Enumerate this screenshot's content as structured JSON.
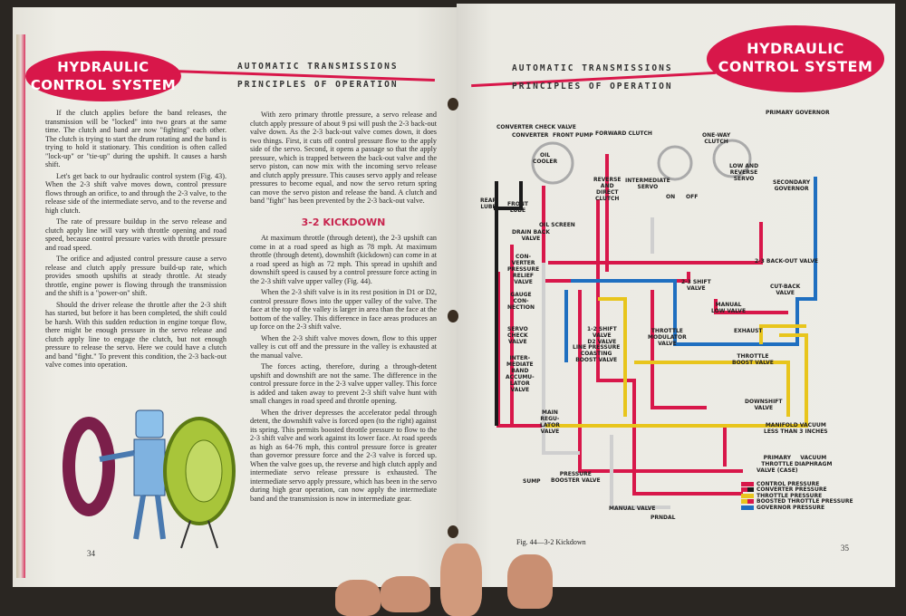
{
  "left_page": {
    "badge": "HYDRAULIC CONTROL SYSTEM",
    "header_line1": "AUTOMATIC TRANSMISSIONS",
    "header_line2": "PRINCIPLES OF OPERATION",
    "column1": [
      "If the clutch applies before the band releases, the transmission will be \"locked\" into two gears at the same time. The clutch and band are now \"fighting\" each other. The clutch is trying to start the drum rotating and the band is trying to hold it stationary. This condition is often called \"lock-up\" or \"tie-up\" during the upshift. It causes a harsh shift.",
      "Let's get back to our hydraulic control system (Fig. 43). When the 2-3 shift valve moves down, control pressure flows through an orifice, to and through the 2-3 valve, to the release side of the intermediate servo, and to the reverse and high clutch.",
      "The rate of pressure buildup in the servo release and clutch apply line will vary with throttle opening and road speed, because control pressure varies with throttle pressure and road speed.",
      "The orifice and adjusted control pressure cause a servo release and clutch apply pressure build-up rate, which provides smooth upshifts at steady throttle. At steady throttle, engine power is flowing through the transmission and the shift is a \"power-on\" shift.",
      "Should the driver release the throttle after the 2-3 shift has started, but before it has been completed, the shift could be harsh. With this sudden reduction in engine torque flow, there might be enough pressure in the servo release and clutch apply line to engage the clutch, but not enough pressure to release the servo. Here we could have a clutch and band \"fight.\" To prevent this condition, the 2-3 back-out valve comes into operation."
    ],
    "column2_top": [
      "With zero primary throttle pressure, a servo release and clutch apply pressure of about 9 psi will push the 2-3 back-out valve down. As the 2-3 back-out valve comes down, it does two things. First, it cuts off control pressure flow to the apply side of the servo. Second, it opens a passage so that the apply pressure, which is trapped between the back-out valve and the servo piston, can now mix with the incoming servo release and clutch apply pressure. This causes servo apply and release pressures to become equal, and now the servo return spring can move the servo piston and release the band. A clutch and band \"fight\" has been prevented by the 2-3 back-out valve."
    ],
    "section_heading": "3-2 KICKDOWN",
    "column2_bottom": [
      "At maximum throttle (through detent), the 2-3 upshift can come in at a road speed as high as 78 mph. At maximum throttle (through detent), downshift (kickdown) can come in at a road speed as high as 72 mph. This spread in upshift and downshift speed is caused by a control pressure force acting in the 2-3 shift valve upper valley (Fig. 44).",
      "When the 2-3 shift valve is in its rest position in D1 or D2, control pressure flows into the upper valley of the valve. The face at the top of the valley is larger in area than the face at the bottom of the valley. This difference in face areas produces an up force on the 2-3 shift valve.",
      "When the 2-3 shift valve moves down, flow to this upper valley is cut off and the pressure in the valley is exhausted at the manual valve.",
      "The forces acting, therefore, during a through-detent upshift and downshift are not the same. The difference in the control pressure force in the 2-3 valve upper valley. This force is added and taken away to prevent 2-3 shift valve hunt with small changes in road speed and throttle opening.",
      "When the driver depresses the accelerator pedal through detent, the downshift valve is forced open (to the right) against its spring. This permits boosted throttle pressure to flow to the 2-3 shift valve and work against its lower face. At road speeds as high as 64-76 mph, this control pressure force is greater than governor pressure force and the 2-3 valve is forced up. When the valve goes up, the reverse and high clutch apply and intermediate servo release pressure is exhausted. The intermediate servo apply pressure, which has been in the servo during high gear operation, can now apply the intermediate band and the transmission is now in intermediate gear."
    ],
    "page_number": "34"
  },
  "right_page": {
    "badge": "HYDRAULIC CONTROL SYSTEM",
    "header_line1": "AUTOMATIC TRANSMISSIONS",
    "header_line2": "PRINCIPLES OF OPERATION",
    "diagram_labels": [
      "CONVERTER CHECK VALVE",
      "CONVERTER",
      "FRONT PUMP",
      "OIL\nCOOLER",
      "FORWARD CLUTCH",
      "REVERSE\nAND\nDIRECT\nCLUTCH",
      "INTERMEDIATE\nSERVO",
      "ON",
      "OFF",
      "ONE-WAY\nCLUTCH",
      "LOW AND\nREVERSE\nSERVO",
      "PRIMARY GOVERNOR",
      "SECONDARY\nGOVERNOR",
      "REAR\nLUBE",
      "FRONT\nLUBE",
      "OIL SCREEN",
      "DRAIN BACK\nVALVE",
      "CON-\nVERTER\nPRESSURE\nRELIEF\nVALVE",
      "GAUGE\nCON-\nNECTION",
      "SERVO\nCHECK\nVALVE",
      "INTER-\nMEDIATE\nBAND\nACCUMU-\nLATOR\nVALVE",
      "MAIN\nREGU-\nLATOR\nVALVE",
      "2-3 SHIFT\nVALVE",
      "1-2 SHIFT\nVALVE\nD2 VALVE",
      "THROTTLE\nMODULATOR\nVALVE",
      "LINE PRESSURE\nCOASTING\nBOOST VALVE",
      "2-3 BACK-OUT VALVE",
      "CUT-BACK\nVALVE",
      "MANUAL\nLOW VALVE",
      "EXHAUST",
      "THROTTLE\nBOOST VALVE",
      "DOWNSHIFT\nVALVE",
      "MANIFOLD VACUUM\nLESS THAN 3 INCHES",
      "PRIMARY\nTHROTTLE\nVALVE (CASE)",
      "VACUUM\nDIAPHRAGM",
      "SUMP",
      "PRESSURE\nBOOSTER VALVE",
      "MANUAL VALVE",
      "PRNDAL"
    ],
    "legend": [
      {
        "label": "CONTROL PRESSURE",
        "colors": [
          "#d8174a",
          "#d8174a"
        ]
      },
      {
        "label": "CONVERTER PRESSURE",
        "colors": [
          "#d8174a",
          "#1a1a1a"
        ]
      },
      {
        "label": "THROTTLE PRESSURE",
        "colors": [
          "#e8c51c",
          "#e8c51c"
        ]
      },
      {
        "label": "BOOSTED THROTTLE PRESSURE",
        "colors": [
          "#e8c51c",
          "#d8174a"
        ]
      },
      {
        "label": "GOVERNOR PRESSURE",
        "colors": [
          "#1f6fc0",
          "#1f6fc0"
        ]
      }
    ],
    "caption": "Fig. 44—3-2 Kickdown",
    "page_number": "35"
  },
  "colors": {
    "accent": "#d8174a",
    "control": "#d8174a",
    "throttle": "#e8c51c",
    "governor": "#1f6fc0",
    "converter": "#1a1a1a",
    "paper": "#ecebe4"
  }
}
